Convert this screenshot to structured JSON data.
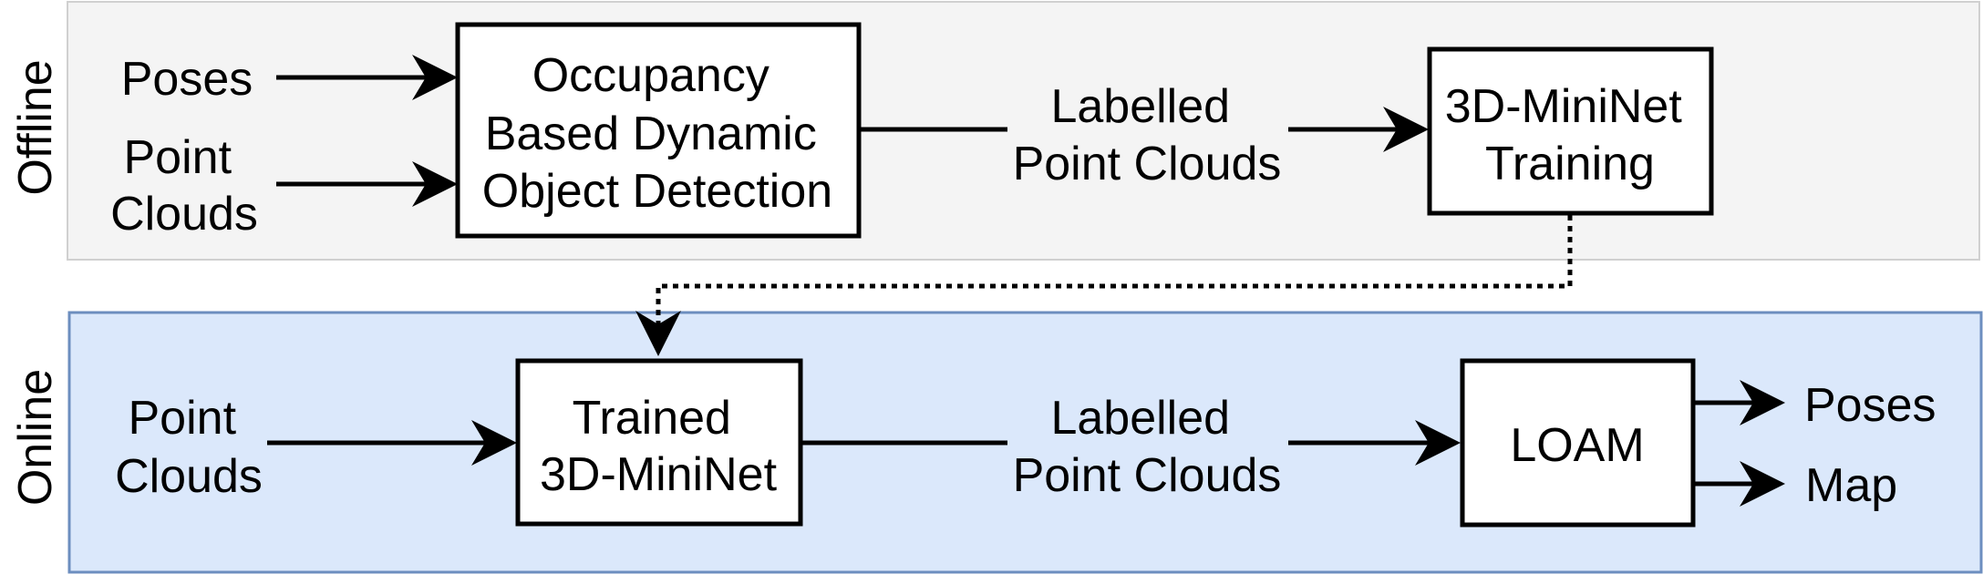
{
  "sections": {
    "offline": {
      "label": "Offline",
      "fill": "#f4f4f4",
      "stroke": "#d0d0d0"
    },
    "online": {
      "label": "Online",
      "fill": "#dbe8fb",
      "stroke": "#6c8ebf"
    }
  },
  "offline": {
    "inputs": {
      "poses": "Poses",
      "point_clouds": [
        "Point",
        "Clouds"
      ]
    },
    "detection_box": [
      "Occupancy",
      "Based Dynamic",
      "Object Detection"
    ],
    "labelled": [
      "Labelled",
      "Point Clouds"
    ],
    "training_box": [
      "3D-MiniNet",
      "Training"
    ]
  },
  "online": {
    "inputs": {
      "point_clouds": [
        "Point",
        "Clouds"
      ]
    },
    "trained_box": [
      "Trained",
      "3D-MiniNet"
    ],
    "labelled": [
      "Labelled",
      "Point Clouds"
    ],
    "loam_box": "LOAM",
    "outputs": {
      "poses": "Poses",
      "map": "Map"
    }
  }
}
